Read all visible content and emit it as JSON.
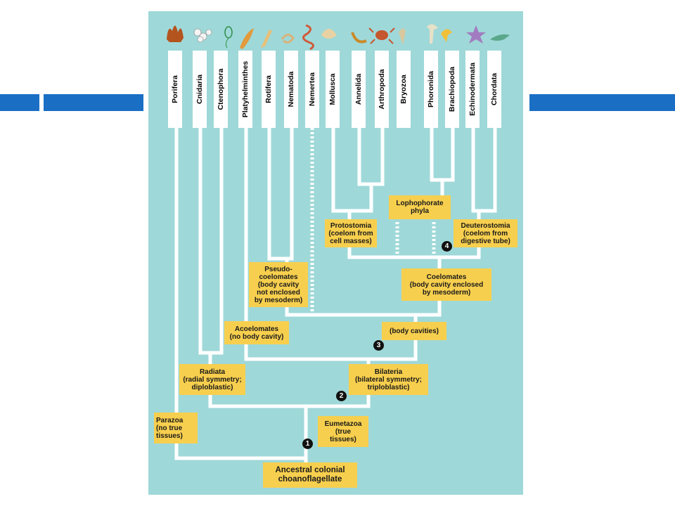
{
  "phyla": [
    "Porifera",
    "Cnidaria",
    "Ctenophora",
    "Platyhelminthes",
    "Rotifera",
    "Nematoda",
    "Nemertea",
    "Mollusca",
    "Annelida",
    "Arthropoda",
    "Bryozoa",
    "Phoronida",
    "Brachiopoda",
    "Echinodermata",
    "Chordata"
  ],
  "boxes": {
    "parazoa": [
      "Parazoa",
      "(no true",
      "tissues)"
    ],
    "eumetazoa": [
      "Eumetazoa",
      "(true",
      "tissues)"
    ],
    "ancestral": [
      "Ancestral colonial",
      "choanoflagellate"
    ],
    "radiata": [
      "Radiata",
      "(radial symmetry;",
      "diploblastic)"
    ],
    "bilateria": [
      "Bilateria",
      "(bilateral symmetry;",
      "triploblastic)"
    ],
    "acoelomates": [
      "Acoelomates",
      "(no body cavity)"
    ],
    "body_cavities": [
      "(body cavities)"
    ],
    "pseudocoelomates": [
      "Pseudo-",
      "coelomates",
      "(body cavity",
      "not enclosed",
      "by mesoderm)"
    ],
    "coelomates": [
      "Coelomates",
      "(body cavity enclosed",
      "by mesoderm)"
    ],
    "protostomia": [
      "Protostomia",
      "(coelom from",
      "cell masses)"
    ],
    "lophophorate": [
      "Lophophorate",
      "phyla"
    ],
    "deuterostomia": [
      "Deuterostomia",
      "(coelom from",
      "digestive tube)"
    ]
  },
  "node_numbers": [
    "1",
    "2",
    "3",
    "4"
  ],
  "colors": {
    "panel": "#9fd8d8",
    "branch": "#ffffff",
    "label_box": "#f7cf4e",
    "accent_bar": "#1a6fc4"
  }
}
